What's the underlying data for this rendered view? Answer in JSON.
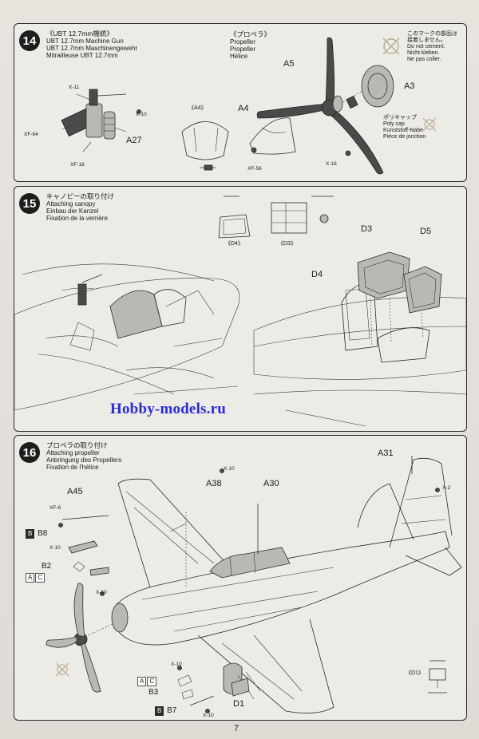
{
  "step14": {
    "number": "14",
    "title_jp": "《UBT 12.7mm機銃》",
    "title_en": "UBT 12.7mm Machine Gun",
    "title_de": "UBT 12.7mm Maschinengewehr",
    "title_fr": "Mitrailleuse UBT 12.7mm",
    "propeller_jp": "《プロペラ》",
    "propeller_en": "Propeller",
    "propeller_de": "Propeller",
    "propeller_fr": "Hélice",
    "note_jp1": "このマークの部品は",
    "note_jp2": "接着しません。",
    "note_en": "Do not cement.",
    "note_de": "Nicht kleben.",
    "note_fr": "Ne pas coller.",
    "polycap_jp": "ポリキャップ",
    "polycap_en": "Poly cap",
    "polycap_de": "Kunststoff-Nabe",
    "polycap_fr": "Pièce de jonction",
    "labels": {
      "x11": "X-11",
      "x10": "X-10",
      "xf64": "XF-64",
      "xf16": "XF-16",
      "a27": "A27",
      "a4_callout": "《A4》",
      "a4": "A4",
      "xf56": "XF-56",
      "a5": "A5",
      "a3": "A3",
      "x18": "X-18"
    }
  },
  "step15": {
    "number": "15",
    "title_jp": "キャノピーの取り付け",
    "title_en": "Attaching canopy",
    "title_de": "Einbau der Kanzel",
    "title_fr": "Fixation de la verrière",
    "d4_callout": "《D4》",
    "d3_callout": "《D3》",
    "d3": "D3",
    "d5": "D5",
    "d4": "D4"
  },
  "watermark": "Hobby-models.ru",
  "step16": {
    "number": "16",
    "title_jp": "プロペラの取り付け",
    "title_en": "Attaching propeller",
    "title_de": "Anbringung des Propellers",
    "title_fr": "Fixation de l'hélice",
    "labels": {
      "a31": "A31",
      "x2": "X-2",
      "x10a": "X-10",
      "a38": "A38",
      "a30": "A30",
      "a45": "A45",
      "xf6": "XF-6",
      "b8": "B8",
      "x10b": "X-10",
      "b2": "B2",
      "x10c": "X-10",
      "x10d": "X-10",
      "b3": "B3",
      "b7": "B7",
      "x10e": "X-10",
      "d1": "D1",
      "d1_callout": "《D1》"
    },
    "boxes": {
      "b": "B",
      "a": "A",
      "c": "C"
    }
  },
  "page_number": "7"
}
